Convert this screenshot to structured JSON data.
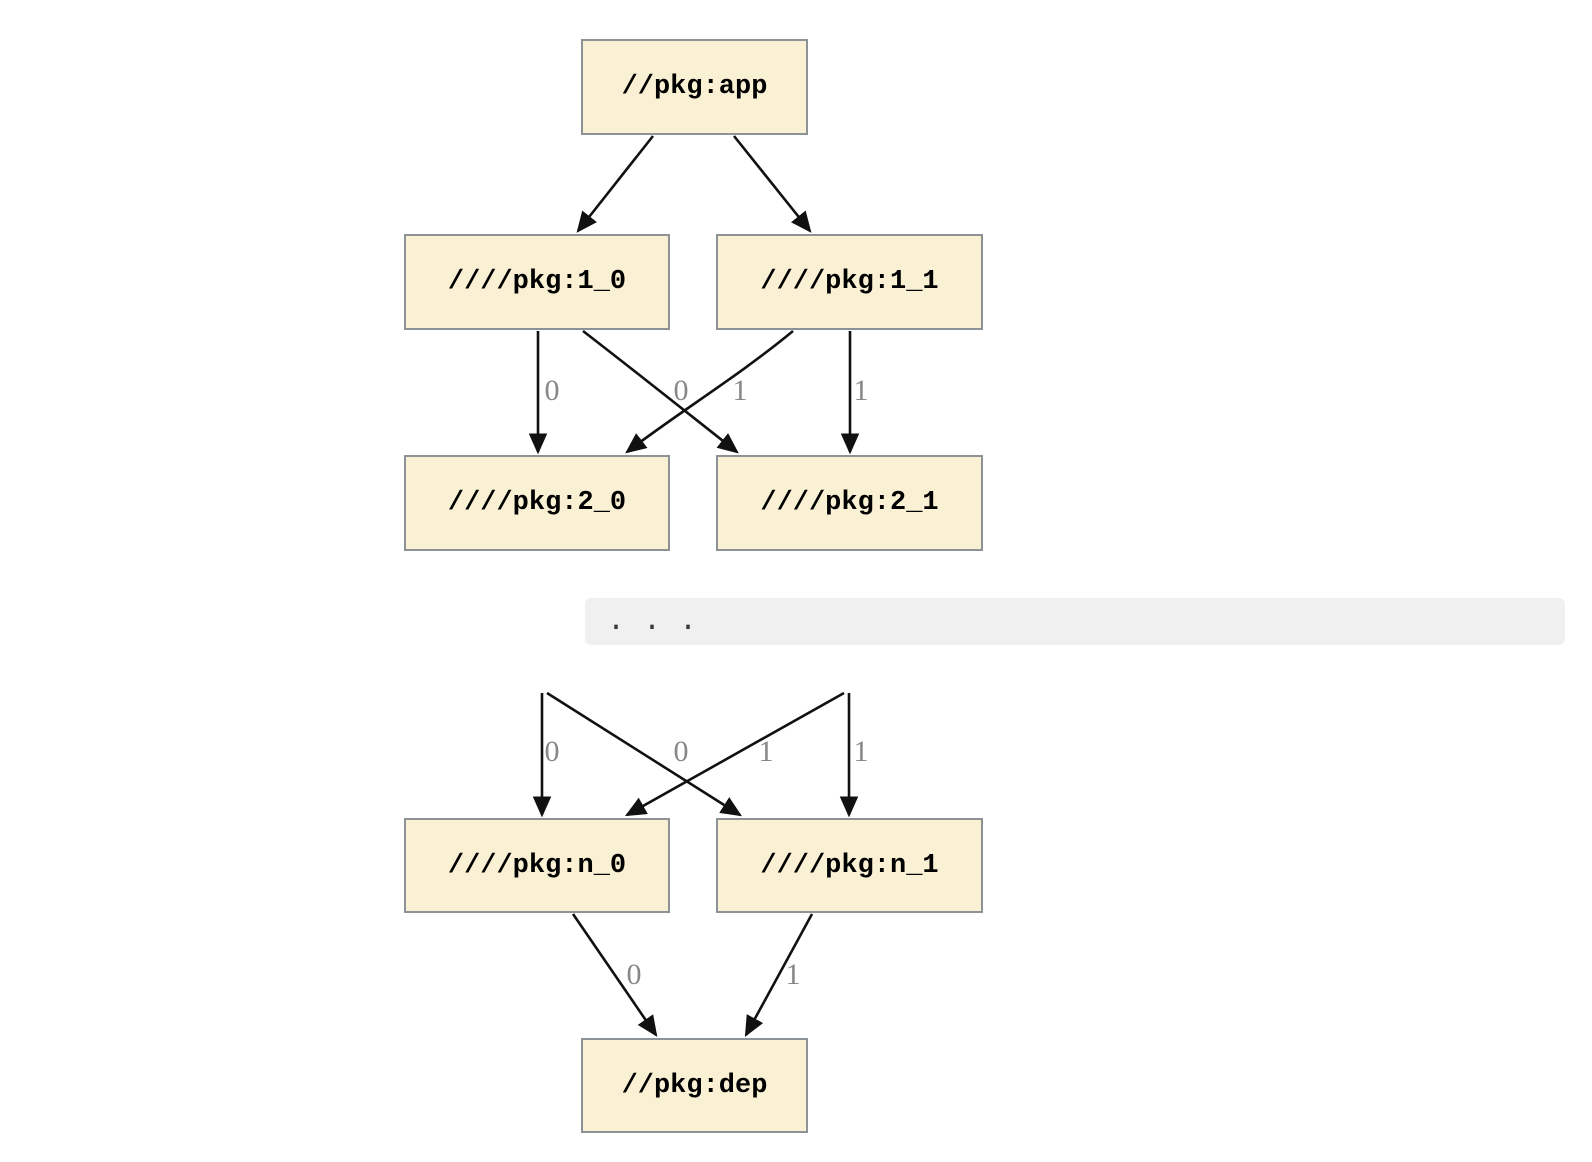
{
  "graph": {
    "nodes": [
      {
        "id": "app",
        "label": "//pkg:app"
      },
      {
        "id": "1_0",
        "label": "////pkg:1_0"
      },
      {
        "id": "1_1",
        "label": "////pkg:1_1"
      },
      {
        "id": "2_0",
        "label": "////pkg:2_0"
      },
      {
        "id": "2_1",
        "label": "////pkg:2_1"
      },
      {
        "id": "n_0",
        "label": "////pkg:n_0"
      },
      {
        "id": "n_1",
        "label": "////pkg:n_1"
      },
      {
        "id": "dep",
        "label": "//pkg:dep"
      }
    ],
    "edges": [
      {
        "from": "//pkg:app",
        "to": "////pkg:1_0",
        "label": ""
      },
      {
        "from": "//pkg:app",
        "to": "////pkg:1_1",
        "label": ""
      },
      {
        "from": "////pkg:1_0",
        "to": "////pkg:2_0",
        "label": "0"
      },
      {
        "from": "////pkg:1_0",
        "to": "////pkg:2_1",
        "label": "1"
      },
      {
        "from": "////pkg:1_1",
        "to": "////pkg:2_0",
        "label": "0"
      },
      {
        "from": "////pkg:1_1",
        "to": "////pkg:2_1",
        "label": "1"
      },
      {
        "from": "...",
        "to": "////pkg:n_0",
        "label": "0"
      },
      {
        "from": "...",
        "to": "////pkg:n_1",
        "label": "1"
      },
      {
        "from": "...",
        "to": "////pkg:n_0",
        "label": "0"
      },
      {
        "from": "...",
        "to": "////pkg:n_1",
        "label": "1"
      },
      {
        "from": "////pkg:n_0",
        "to": "//pkg:dep",
        "label": "0"
      },
      {
        "from": "////pkg:n_1",
        "to": "//pkg:dep",
        "label": "1"
      }
    ],
    "ellipsis_text": ". . .",
    "colors": {
      "page_bg": "#FFFFFF",
      "node_fill": "#FAF1D4",
      "node_border": "#8C9296",
      "node_text": "#000000",
      "edge": "#111111",
      "edge_label": "#878787",
      "code_block_bg": "#F0F0F0",
      "code_block_text": "#3A3A3A"
    }
  }
}
